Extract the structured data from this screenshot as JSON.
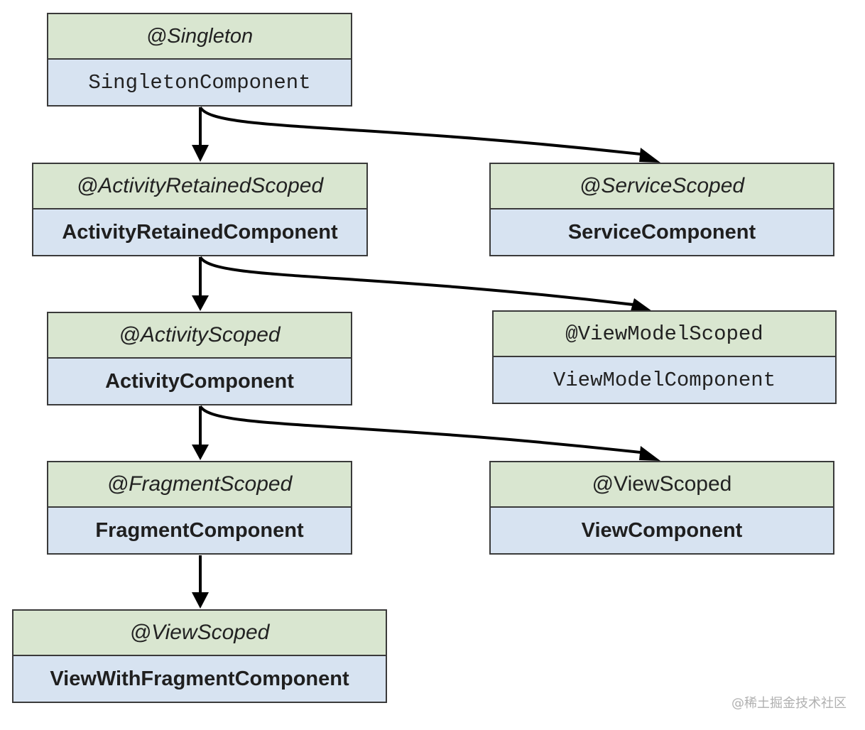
{
  "nodes": {
    "singleton": {
      "scope": "@Singleton",
      "component": "SingletonComponent"
    },
    "activity_retained": {
      "scope": "@ActivityRetainedScoped",
      "component": "ActivityRetainedComponent"
    },
    "service": {
      "scope": "@ServiceScoped",
      "component": "ServiceComponent"
    },
    "activity": {
      "scope": "@ActivityScoped",
      "component": "ActivityComponent"
    },
    "view_model": {
      "scope": "@ViewModelScoped",
      "component": "ViewModelComponent"
    },
    "fragment": {
      "scope": "@FragmentScoped",
      "component": "FragmentComponent"
    },
    "view": {
      "scope": "@ViewScoped",
      "component": "ViewComponent"
    },
    "view_with_fragment": {
      "scope": "@ViewScoped",
      "component": "ViewWithFragmentComponent"
    }
  },
  "edges": [
    {
      "from": "singleton",
      "to": "activity_retained"
    },
    {
      "from": "singleton",
      "to": "service"
    },
    {
      "from": "activity_retained",
      "to": "activity"
    },
    {
      "from": "activity_retained",
      "to": "view_model"
    },
    {
      "from": "activity",
      "to": "fragment"
    },
    {
      "from": "activity",
      "to": "view"
    },
    {
      "from": "fragment",
      "to": "view_with_fragment"
    }
  ],
  "colors": {
    "scope_header": "#d9e6d0",
    "component_body": "#d7e3f1",
    "border": "#3a3a3a",
    "arrow": "#000000"
  },
  "watermark": "@稀土掘金技术社区"
}
